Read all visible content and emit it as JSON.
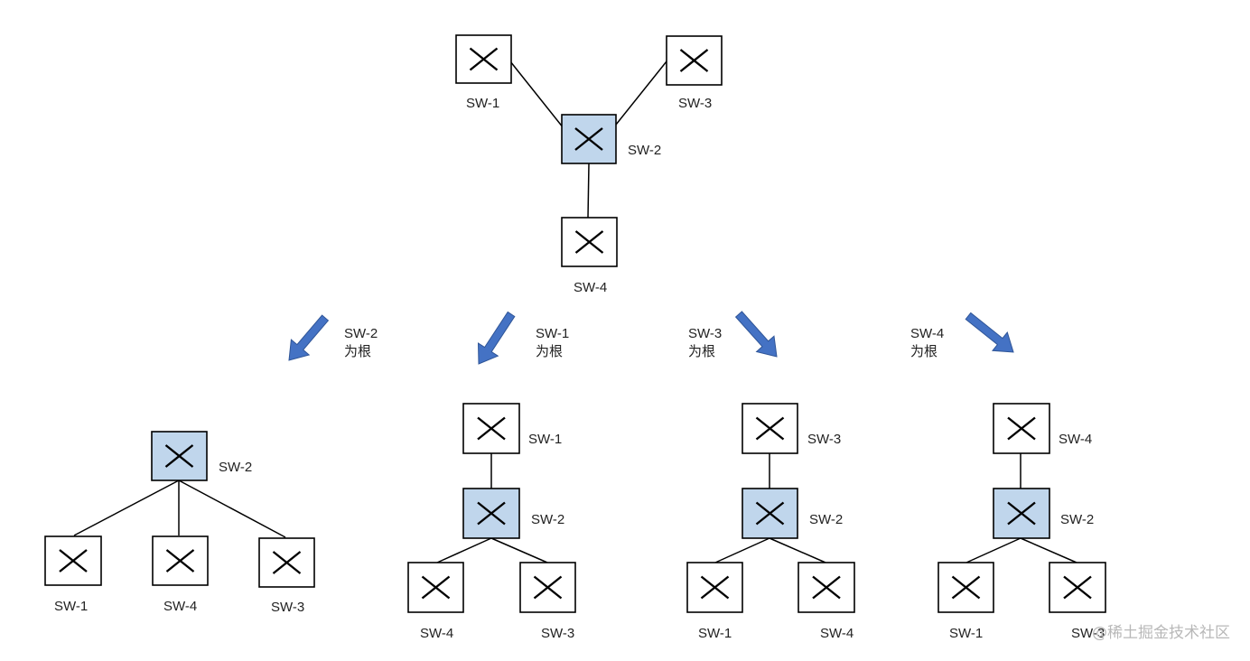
{
  "colors": {
    "root_fill": "#c0d6ec",
    "switch_fill": "#ffffff",
    "stroke": "#000000",
    "arrow_fill": "#4472c4",
    "arrow_stroke": "#2f5597"
  },
  "switch_icon": "cross-switch-icon",
  "arrow_icon": "block-arrow-icon",
  "top": {
    "sw1": "SW-1",
    "sw2": "SW-2",
    "sw3": "SW-3",
    "sw4": "SW-4"
  },
  "arrows": [
    {
      "line1": "SW-2",
      "line2": "为根"
    },
    {
      "line1": "SW-1",
      "line2": "为根"
    },
    {
      "line1": "SW-3",
      "line2": "为根"
    },
    {
      "line1": "SW-4",
      "line2": "为根"
    }
  ],
  "tree_sw2": {
    "root": "SW-2",
    "child1": "SW-1",
    "child2": "SW-4",
    "child3": "SW-3"
  },
  "tree_sw1": {
    "top": "SW-1",
    "middle": "SW-2",
    "left": "SW-4",
    "right": "SW-3"
  },
  "tree_sw3": {
    "top": "SW-3",
    "middle": "SW-2",
    "left": "SW-1",
    "right": "SW-4"
  },
  "tree_sw4": {
    "top": "SW-4",
    "middle": "SW-2",
    "left": "SW-1",
    "right": "SW-3"
  },
  "watermark": "@稀土掘金技术社区"
}
